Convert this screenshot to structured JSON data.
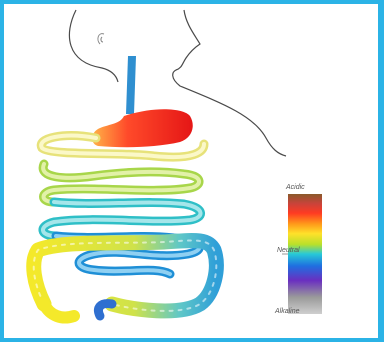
{
  "scale": {
    "acidic_label": "Acidic",
    "neutral_label": "Neutral",
    "alkaline_label": "Alkaline",
    "colors": [
      "#8a5a2b",
      "#c9433a",
      "#ff3b22",
      "#ff9a1a",
      "#ffe12a",
      "#b9e02a",
      "#27c9d8",
      "#1f6fe0",
      "#6a2fc0",
      "#9a9a9a",
      "#c9c9c9"
    ]
  },
  "organs": {
    "esophagus_color": "#2f8fd0",
    "stomach_color": "#e51616",
    "small_intestine_top": "#f1f07a",
    "small_intestine_bottom": "#1fa7d9",
    "large_intestine_color": "#f4e92a"
  }
}
